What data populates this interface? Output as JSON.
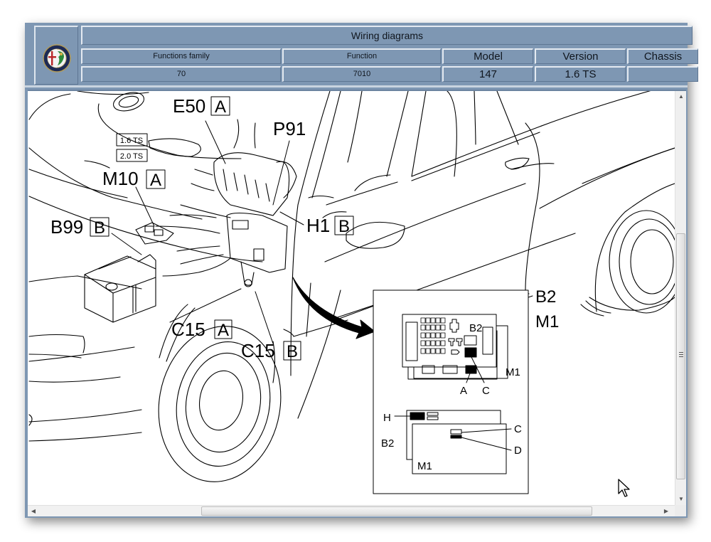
{
  "window": {
    "title": "Wiring diagrams",
    "brand_logo": "alfa-romeo-badge-icon"
  },
  "header": {
    "columns": [
      {
        "label": "Functions family",
        "value": "70"
      },
      {
        "label": "Function",
        "value": "7010"
      },
      {
        "label": "Model",
        "value": "147"
      },
      {
        "label": "Version",
        "value": "1.6 TS"
      },
      {
        "label": "Chassis",
        "value": ""
      }
    ]
  },
  "diagram": {
    "version_tags": [
      "1.6 TS",
      "2.0 TS"
    ],
    "callouts": [
      {
        "code": "E50",
        "variant": "A"
      },
      {
        "code": "P91",
        "variant": ""
      },
      {
        "code": "M10",
        "variant": "A"
      },
      {
        "code": "B99",
        "variant": "B"
      },
      {
        "code": "H1",
        "variant": "B"
      },
      {
        "code": "C15",
        "variant": "A"
      },
      {
        "code": "C15",
        "variant": "B"
      }
    ],
    "detail_inset": {
      "side_labels": [
        "B2",
        "M1"
      ],
      "top_view": {
        "box_label_1": "B2",
        "box_label_2": "M1",
        "pointer_a": "A",
        "pointer_c": "C"
      },
      "side_view": {
        "pointer_h": "H",
        "pointer_c": "C",
        "pointer_d": "D",
        "box_label_1": "B2",
        "box_label_2": "M1"
      }
    }
  },
  "scrollbars": {
    "up_arrow": "▲",
    "down_arrow": "▼",
    "left_arrow": "◀",
    "right_arrow": "▶"
  }
}
